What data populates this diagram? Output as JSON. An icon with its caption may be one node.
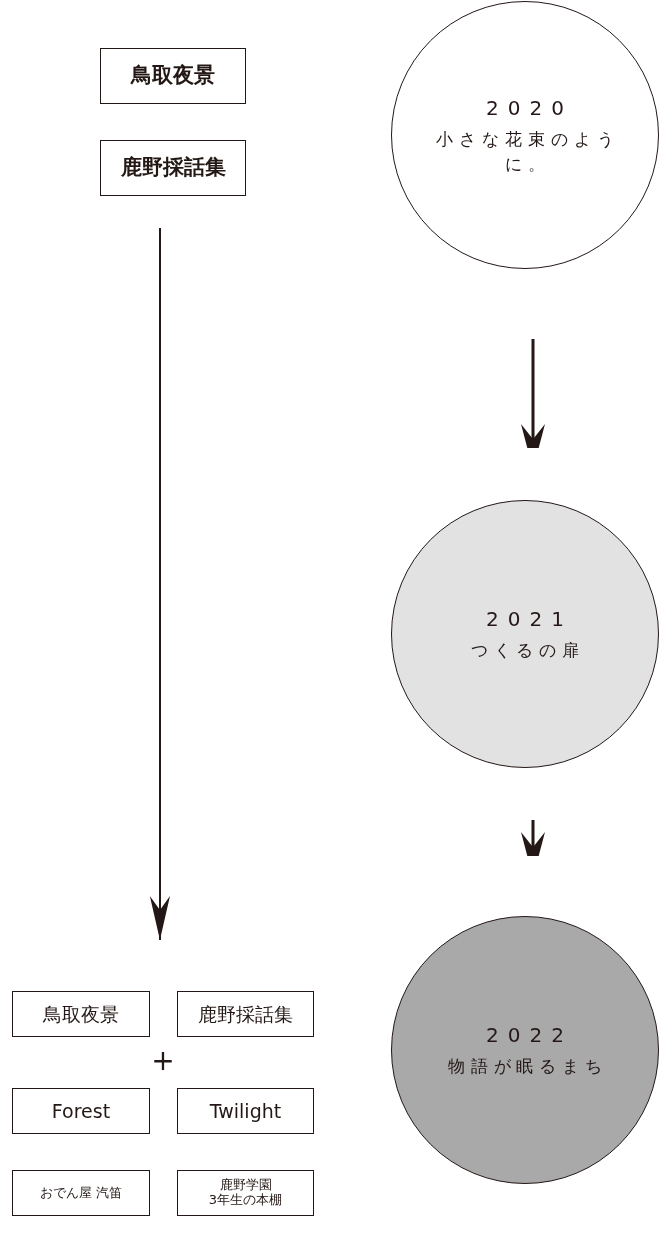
{
  "diagram": {
    "nodes": [
      {
        "text": [
          "鳥取夜景"
        ]
      },
      {
        "text": [
          "鹿野採話集"
        ]
      },
      {
        "text": [
          "2020",
          "小さな花束のように。"
        ]
      },
      {
        "text": [
          "2021",
          "つくるの扉"
        ]
      },
      {
        "text": [
          "2022",
          "物語が眠るまち"
        ]
      },
      {
        "text": [
          "鳥取夜景"
        ]
      },
      {
        "text": [
          "鹿野採話集"
        ]
      },
      {
        "text": [
          "Forest"
        ]
      },
      {
        "text": [
          "Twilight"
        ]
      },
      {
        "text": [
          "おでん屋 汽笛"
        ]
      },
      {
        "text": [
          "鹿野学園",
          "3年生の本棚"
        ]
      }
    ],
    "edges": [
      {
        "from": 1,
        "to": null,
        "arrow": "to"
      },
      {
        "from": 2,
        "to": 3,
        "arrow": "to"
      },
      {
        "from": 3,
        "to": 4,
        "arrow": "to"
      }
    ],
    "labels": [
      "+"
    ]
  }
}
